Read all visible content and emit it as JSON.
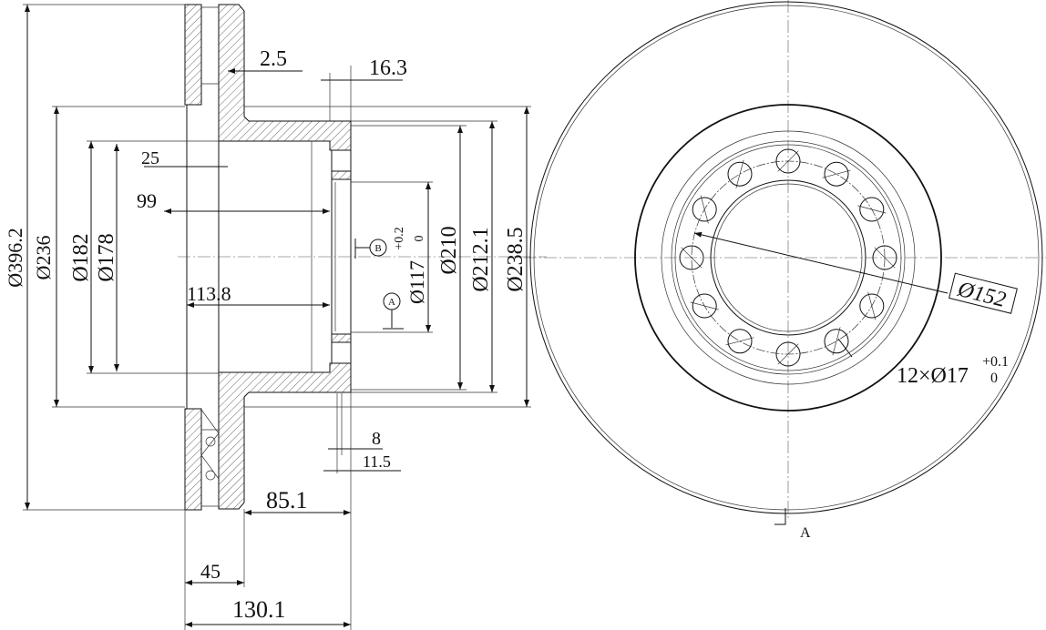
{
  "section_view": {
    "dims": {
      "d_outer": "Ø396.2",
      "d_236": "Ø236",
      "d_182": "Ø182",
      "d_178": "Ø178",
      "w_25": "25",
      "w_99": "99",
      "w_113_8": "113.8",
      "w_2_5": "2.5",
      "w_16_3": "16.3",
      "d_117": "Ø117",
      "d_117_tol_upper": "+0.2",
      "d_117_tol_lower": "0",
      "d_210": "Ø210",
      "d_212_1": "Ø212.1",
      "d_238_5": "Ø238.5",
      "w_8": "8",
      "w_11_5": "11.5",
      "w_85_1": "85.1",
      "w_45": "45",
      "w_130_1": "130.1"
    },
    "datum_a": "A",
    "datum_b": "B"
  },
  "front_view": {
    "bolt_circle": "Ø152",
    "holes_count": "12×Ø17",
    "holes_tol_upper": "+0.1",
    "holes_tol_lower": "0",
    "section_marker": "A",
    "hole_count_value": 12
  }
}
